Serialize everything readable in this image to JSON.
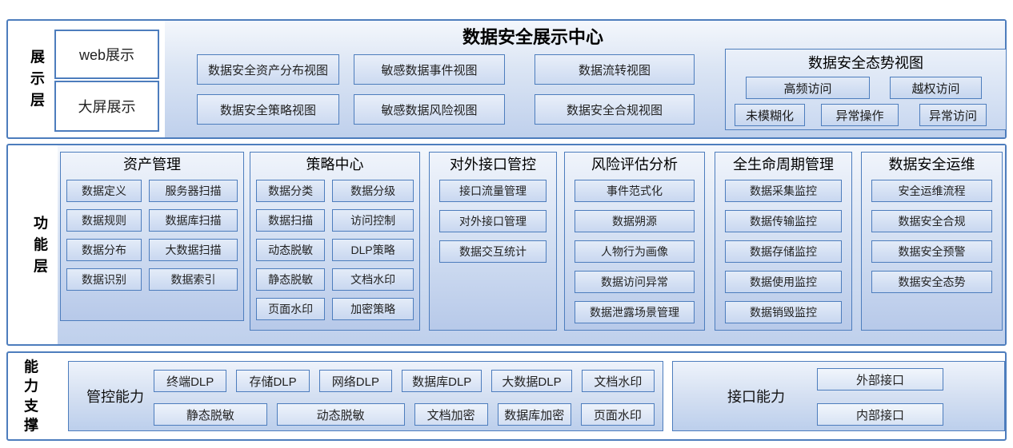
{
  "colors": {
    "accent_border": "#4d7dbd",
    "panel_top": "#f4f7fc",
    "panel_bottom": "#bfd0ec"
  },
  "display_layer": {
    "label": "展示层",
    "web_box": "web展示",
    "screen_box": "大屏展示",
    "title": "数据安全展示中心",
    "views": [
      "数据安全资产分布视图",
      "敏感数据事件视图",
      "数据流转视图",
      "数据安全策略视图",
      "敏感数据风险视图",
      "数据安全合规视图"
    ],
    "situation_group": {
      "title": "数据安全态势视图",
      "row1": [
        "高频访问",
        "越权访问"
      ],
      "row2": [
        "未模糊化",
        "异常操作",
        "异常访问"
      ]
    }
  },
  "function_layer": {
    "label": "功能层",
    "columns": [
      {
        "title": "资产管理",
        "items": [
          "数据定义",
          "服务器扫描",
          "数据规则",
          "数据库扫描",
          "数据分布",
          "大数据扫描",
          "数据识别",
          "数据索引"
        ]
      },
      {
        "title": "策略中心",
        "items": [
          "数据分类",
          "数据分级",
          "数据扫描",
          "访问控制",
          "动态脱敏",
          "DLP策略",
          "静态脱敏",
          "文档水印",
          "页面水印",
          "加密策略"
        ]
      },
      {
        "title": "对外接口管控",
        "items": [
          "接口流量管理",
          "对外接口管理",
          "数据交互统计"
        ]
      },
      {
        "title": "风险评估分析",
        "items": [
          "事件范式化",
          "数据朔源",
          "人物行为画像",
          "数据访问异常",
          "数据泄露场景管理"
        ]
      },
      {
        "title": "全生命周期管理",
        "items": [
          "数据采集监控",
          "数据传输监控",
          "数据存储监控",
          "数据使用监控",
          "数据销毁监控"
        ]
      },
      {
        "title": "数据安全运维",
        "items": [
          "安全运维流程",
          "数据安全合规",
          "数据安全预警",
          "数据安全态势"
        ]
      }
    ]
  },
  "capability_layer": {
    "label": "能力支撑",
    "control_group": {
      "title": "管控能力",
      "row1": [
        "终端DLP",
        "存储DLP",
        "网络DLP",
        "数据库DLP",
        "大数据DLP",
        "文档水印"
      ],
      "row2": [
        "静态脱敏",
        "动态脱敏",
        "文档加密",
        "数据库加密",
        "页面水印"
      ]
    },
    "interface_group": {
      "title": "接口能力",
      "items": [
        "外部接口",
        "内部接口"
      ]
    }
  }
}
